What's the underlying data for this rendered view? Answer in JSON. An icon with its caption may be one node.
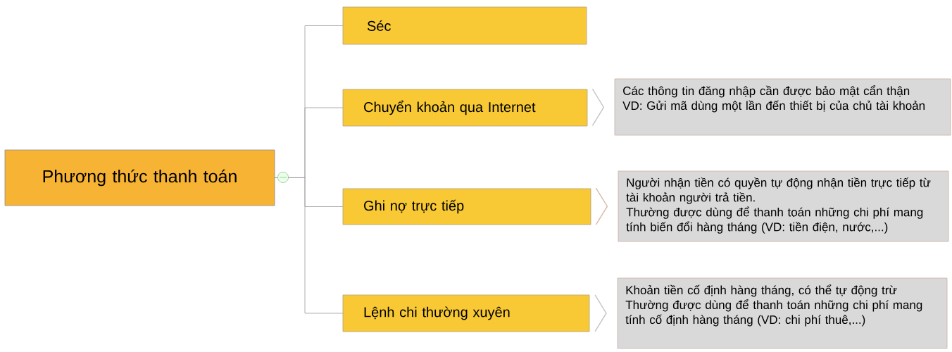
{
  "diagram": {
    "nodes": [
      {
        "text": [
          "Phương thức thanh toán"
        ]
      },
      {
        "text": [
          "Séc"
        ]
      },
      {
        "text": [
          "Chuyển khoản qua Internet"
        ]
      },
      {
        "text": [
          "Ghi nợ trực tiếp"
        ]
      },
      {
        "text": [
          "Lệnh chi thường xuyên"
        ]
      },
      {
        "text": [
          "Các thông tin đăng nhập cần được bảo mật cẩn thận",
          "VD: Gửi mã dùng một lần đến thiết bị của chủ tài khoản"
        ]
      },
      {
        "text": [
          "Người nhận tiền có quyền tự động nhận tiền trực tiếp từ tài khoản người trả tiền.",
          "Thường được dùng để thanh toán những chi phí mang tính biến đổi hàng tháng (VD: tiền điện, nước,...)"
        ]
      },
      {
        "text": [
          "Khoản tiền cố định hàng tháng, có thể tự động trừ",
          "Thường được dùng để thanh toán những chi phí mang tính cố định hàng tháng (VD: chi phí thuê,...)"
        ]
      }
    ],
    "edges": [
      {
        "from": 0,
        "to": 1,
        "arrow": "none"
      },
      {
        "from": 0,
        "to": 2,
        "arrow": "none"
      },
      {
        "from": 0,
        "to": 3,
        "arrow": "none"
      },
      {
        "from": 0,
        "to": 4,
        "arrow": "none"
      },
      {
        "from": 2,
        "to": 5,
        "arrow": "to",
        "color": "#c4c4c4"
      },
      {
        "from": 3,
        "to": 6,
        "arrow": "to",
        "color": "#d9b8a8"
      },
      {
        "from": 4,
        "to": 7,
        "arrow": "to",
        "color": "#c4c4c4"
      }
    ]
  }
}
